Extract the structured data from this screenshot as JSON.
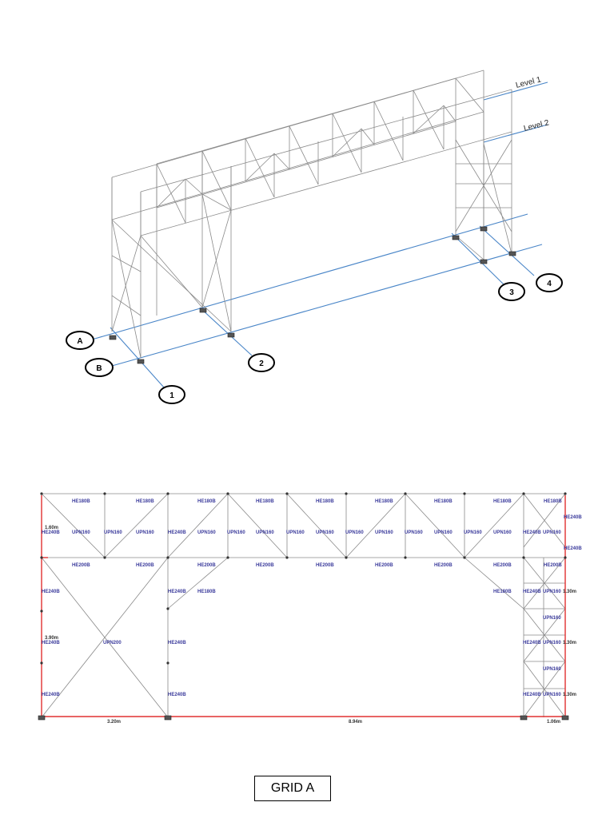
{
  "iso_view": {
    "levels": [
      "Level 1",
      "Level 2"
    ],
    "grid_letters": [
      "A",
      "B"
    ],
    "grid_numbers": [
      "1",
      "2",
      "3",
      "4"
    ]
  },
  "elevation": {
    "sections_top_chord": [
      "HE180B",
      "HE180B",
      "HE180B",
      "HE180B",
      "HE180B",
      "HE180B",
      "HE180B",
      "HE180B",
      "HE180B"
    ],
    "sections_bottom_chord": [
      "HE200B",
      "HE200B",
      "HE200B",
      "HE200B",
      "HE200B",
      "HE200B",
      "HE200B",
      "HE200B",
      "HE200B"
    ],
    "sections_verticals": [
      "UPN160",
      "UPN160",
      "UPN160",
      "UPN160",
      "UPN160",
      "UPN160",
      "UPN160",
      "UPN160",
      "UPN160",
      "UPN160",
      "UPN160",
      "UPN160",
      "UPN160",
      "UPN160",
      "UPN160",
      "UPN160"
    ],
    "columns": {
      "left": "HE240B",
      "mid": "HE240B",
      "right": "HE240B"
    },
    "brace_left": "UPN200",
    "brace_mid": "HE180B",
    "brace_right": "HE180B",
    "right_tower_members": [
      "UPN160",
      "UPN160"
    ],
    "dimensions": {
      "top_height": "1.60m",
      "column_height": "3.90m",
      "span_1": "3.20m",
      "span_2": "8.94m",
      "span_3": "1.06m",
      "tower_panel": "1.30m"
    }
  },
  "caption": "GRID A",
  "colors": {
    "grid": "#4a86c8",
    "frame": "#8a8a8a",
    "section_text": "#3b3b9c",
    "supports_red": "#e03030"
  }
}
